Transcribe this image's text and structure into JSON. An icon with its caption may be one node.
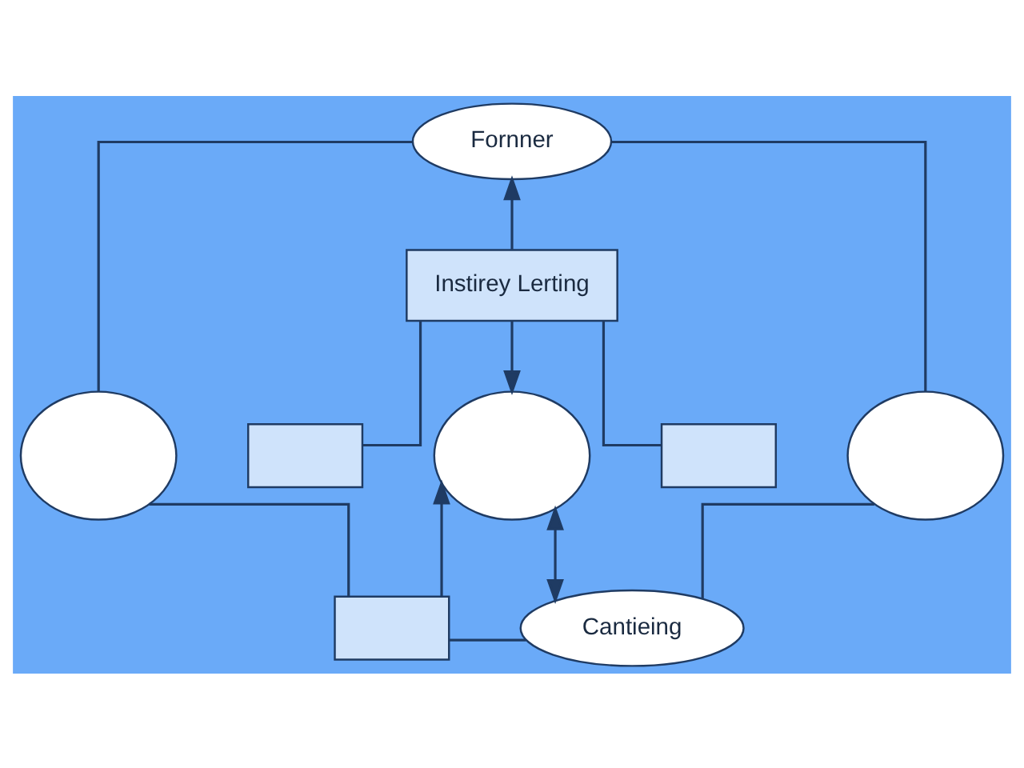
{
  "diagram": {
    "nodes": [
      {
        "text": [
          "Fornner"
        ]
      },
      {
        "text": [
          "Instirey Lerting"
        ]
      },
      {
        "text": [],
        "shape": "circle"
      },
      {
        "text": [],
        "shape": "box"
      },
      {
        "text": [],
        "shape": "circle"
      },
      {
        "text": [],
        "shape": "box"
      },
      {
        "text": [],
        "shape": "circle"
      },
      {
        "text": [],
        "shape": "box"
      },
      {
        "text": [
          "Cantieing"
        ]
      }
    ],
    "edges": [
      {
        "from": 1,
        "to": 0,
        "arrow": "to"
      },
      {
        "from": 1,
        "to": 4,
        "arrow": "to"
      },
      {
        "from": 1,
        "to": 3,
        "arrow": "none"
      },
      {
        "from": 1,
        "to": 5,
        "arrow": "none"
      },
      {
        "from": 0,
        "to": 2,
        "arrow": "none"
      },
      {
        "from": 0,
        "to": 6,
        "arrow": "none"
      },
      {
        "from": 2,
        "to": 7,
        "arrow": "none"
      },
      {
        "from": 7,
        "to": 8,
        "arrow": "none"
      },
      {
        "from": 8,
        "to": 6,
        "arrow": "none"
      },
      {
        "from": 7,
        "to": 4,
        "arrow": "to"
      },
      {
        "from": 4,
        "to": 8,
        "arrow": "both"
      }
    ]
  }
}
